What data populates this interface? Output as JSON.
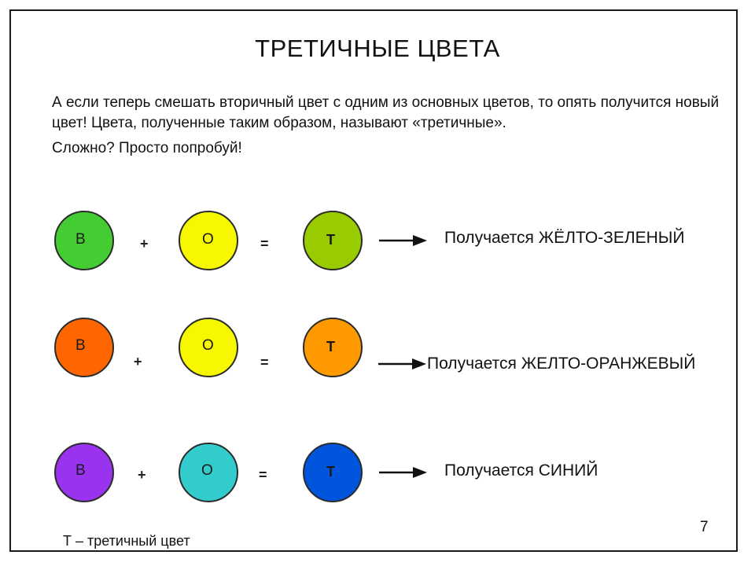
{
  "slide": {
    "title": "ТРЕТИЧНЫЕ ЦВЕТА",
    "intro": {
      "line1": "А если теперь смешать вторичный цвет с одним из основных цветов, то опять получится новый цвет! Цвета, полученные таким образом, называют «третичные».",
      "line2": "Сложно? Просто попробуй!"
    },
    "operators": {
      "plus": "+",
      "equals": "="
    },
    "rows": [
      {
        "secondary": {
          "letter": "В",
          "color": "#44cc33"
        },
        "primary": {
          "letter": "О",
          "color": "#f7f700"
        },
        "tertiary": {
          "letter": "Т",
          "color": "#99cc00"
        },
        "result": "Получается ЖЁЛТО-ЗЕЛЕНЫЙ"
      },
      {
        "secondary": {
          "letter": "В",
          "color": "#ff6600"
        },
        "primary": {
          "letter": "О",
          "color": "#f7f700"
        },
        "tertiary": {
          "letter": "Т",
          "color": "#ff9900"
        },
        "result": "Получается ЖЕЛТО-ОРАНЖЕВЫЙ"
      },
      {
        "secondary": {
          "letter": "В",
          "color": "#9933ee"
        },
        "primary": {
          "letter": "О",
          "color": "#33cccc"
        },
        "tertiary": {
          "letter": "Т",
          "color": "#0055dd"
        },
        "result": "Получается СИНИЙ"
      }
    ],
    "page_number": "7",
    "legend": "Т – третичный цвет"
  }
}
